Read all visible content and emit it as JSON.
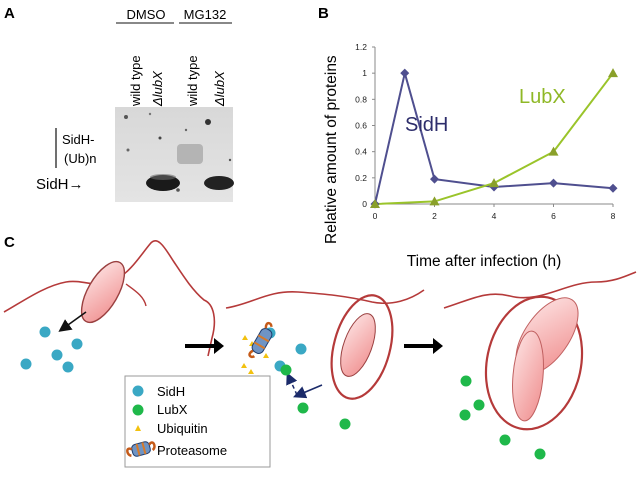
{
  "panel_a": {
    "letter": "A",
    "groups": [
      "DMSO",
      "MG132"
    ],
    "lanes": [
      "wild type",
      "ΔlubX",
      "wild type",
      "ΔlubX"
    ],
    "label_ub_line1": "SidH-",
    "label_ub_line2": "(Ub)n",
    "label_sidh": "SidH→"
  },
  "panel_b": {
    "letter": "B",
    "annotation_sidh": "SidH",
    "annotation_lubx": "LubX",
    "colors": {
      "SidH": "#4f4f8f",
      "LubX": "#9ac42a"
    }
  },
  "chart_data": {
    "type": "line",
    "xlabel": "Time after infection (h)",
    "ylabel": "Relative amount of proteins",
    "xlim": [
      0,
      8
    ],
    "ylim": [
      0,
      1.2
    ],
    "xticks": [
      "0",
      "2",
      "4",
      "6",
      "8"
    ],
    "yticks": [
      "0",
      "0.2",
      "0.4",
      "0.6",
      "0.8",
      "1",
      "1.2"
    ],
    "grid": false,
    "legend": "none",
    "series": [
      {
        "name": "SidH",
        "x": [
          0,
          1,
          2,
          4,
          6,
          8
        ],
        "y": [
          0,
          1.0,
          0.19,
          0.13,
          0.16,
          0.12
        ]
      },
      {
        "name": "LubX",
        "x": [
          0,
          2,
          4,
          6,
          8
        ],
        "y": [
          0,
          0.02,
          0.16,
          0.4,
          1.0
        ]
      }
    ]
  },
  "panel_c": {
    "letter": "C",
    "legend": [
      {
        "label": "SidH",
        "icon": "teal-circle-icon"
      },
      {
        "label": "LubX",
        "icon": "green-circle-icon"
      },
      {
        "label": "Ubiquitin",
        "icon": "ubiquitin-triangle-icon"
      },
      {
        "label": "Proteasome",
        "icon": "proteasome-icon"
      }
    ],
    "colors": {
      "sidh": "#3aa8c4",
      "lubx": "#1fb84a",
      "ubiquitin": "#f2c10f",
      "membrane": "#b53a3a",
      "bacterium": "#f4a6a6"
    }
  }
}
